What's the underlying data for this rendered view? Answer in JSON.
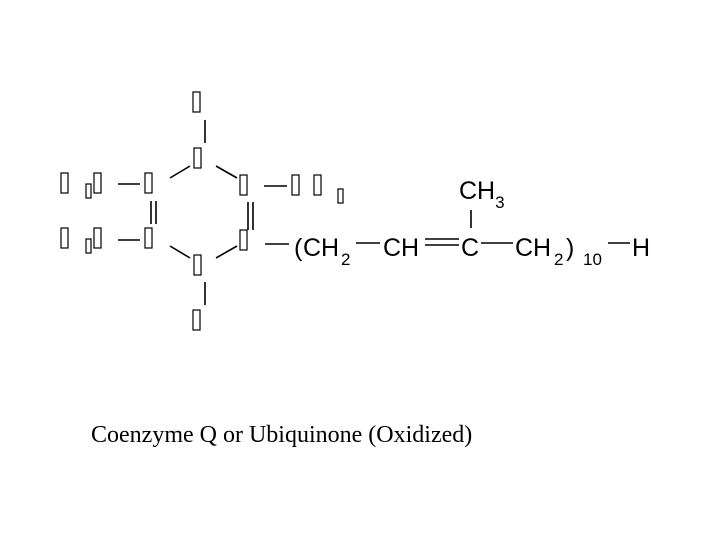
{
  "diagram": {
    "tail": {
      "open_paren": "(",
      "ch2": "CH",
      "ch2_sub": "2",
      "ch": "CH",
      "c": "C",
      "ch2b": "CH",
      "ch2b_sub": "2",
      "close_paren": ")",
      "repeat_count": "10",
      "h": "H"
    },
    "methyl": {
      "ch3": "CH",
      "ch3_sub": "3"
    }
  },
  "caption": "Coenzyme Q or Ubiquinone (Oxidized)"
}
